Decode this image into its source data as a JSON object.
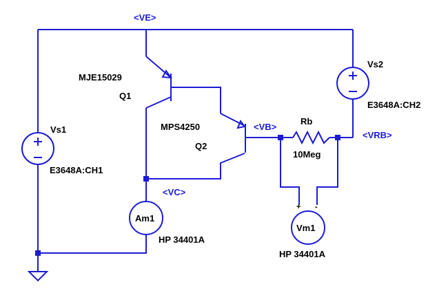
{
  "net_labels": {
    "ve": "<VE>",
    "vb": "<VB>",
    "vrb": "<VRB>",
    "vc": "<VC>"
  },
  "components": {
    "q1": {
      "part": "MJE15029",
      "ref": "Q1"
    },
    "q2": {
      "part": "MPS4250",
      "ref": "Q2"
    },
    "vs1": {
      "ref": "Vs1",
      "instrument": "E3648A:CH1"
    },
    "vs2": {
      "ref": "Vs2",
      "instrument": "E3648A:CH2"
    },
    "rb": {
      "ref": "Rb",
      "value": "10Meg"
    },
    "am1": {
      "ref": "Am1",
      "instrument": "HP 34401A"
    },
    "vm1": {
      "ref": "Vm1",
      "instrument": "HP 34401A",
      "plus": "+",
      "minus": "-"
    }
  },
  "colors": {
    "wire": "#1b1bd6",
    "text": "#000000",
    "net_label": "#1b1bd6"
  }
}
